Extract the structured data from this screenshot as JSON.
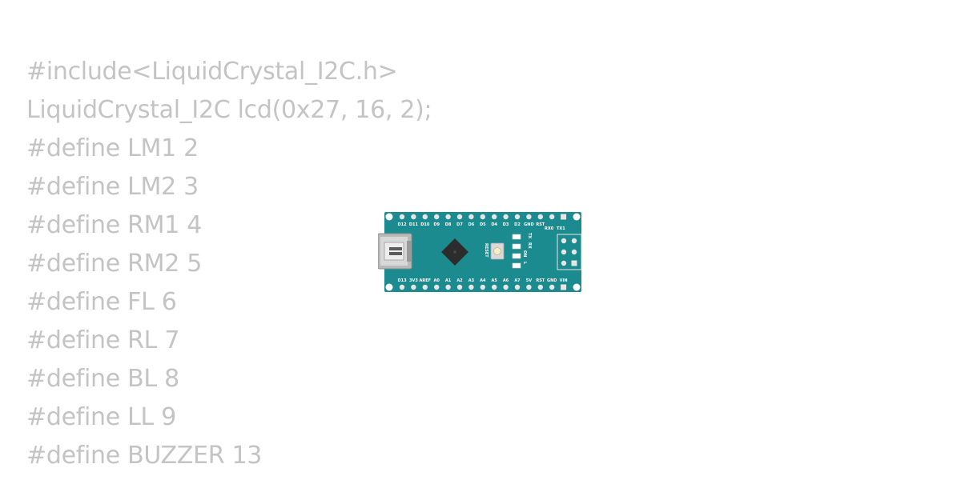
{
  "code_lines": [
    "#include<LiquidCrystal_I2C.h>",
    "LiquidCrystal_I2C lcd(0x27, 16, 2);",
    "#define LM1 2",
    "#define LM2 3",
    "#define RM1 4",
    "#define RM2 5",
    "#define FL 6",
    "#define RL 7",
    "#define BL 8",
    "#define LL 9",
    "#define BUZZER 13"
  ],
  "board": {
    "top_pins": [
      "D12",
      "D11",
      "D10",
      "D9",
      "D8",
      "D7",
      "D6",
      "D5",
      "D4",
      "D3",
      "D2",
      "GND",
      "RST"
    ],
    "bottom_pins": [
      "D13",
      "3V3",
      "AREF",
      "A0",
      "A1",
      "A2",
      "A3",
      "A4",
      "A5",
      "A6",
      "A7",
      "5V",
      "RST",
      "GND",
      "VIN"
    ],
    "serial_labels": [
      "RX0",
      "TX1"
    ],
    "reset_label": "RESET",
    "led_labels": [
      "TX",
      "RX",
      "ON",
      "L"
    ]
  },
  "colors": {
    "code_text": "#c4c4c4",
    "board": "#1b8b8f"
  }
}
